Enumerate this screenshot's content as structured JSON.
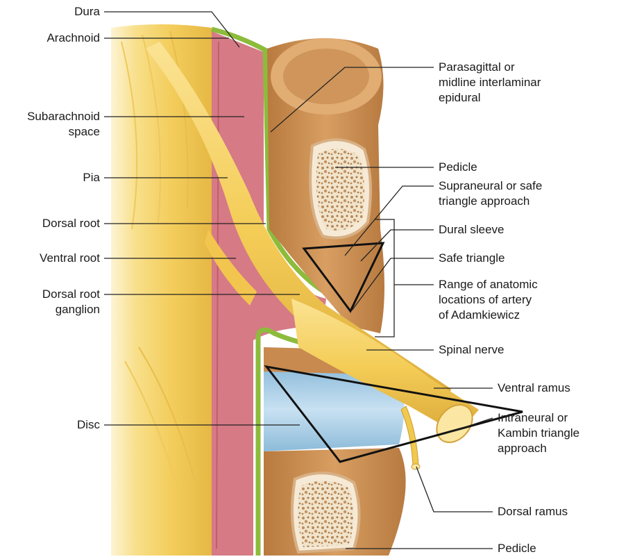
{
  "left_labels": {
    "dura": "Dura",
    "arachnoid": "Arachnoid",
    "subarachnoid_line1": "Subarachnoid",
    "subarachnoid_line2": "space",
    "pia": "Pia",
    "dorsal_root": "Dorsal root",
    "ventral_root": "Ventral root",
    "drg_line1": "Dorsal root",
    "drg_line2": "ganglion",
    "disc": "Disc"
  },
  "right_labels": {
    "parasagittal_line1": "Parasagittal or",
    "parasagittal_line2": "midline interlaminar",
    "parasagittal_line3": "epidural",
    "pedicle_top": "Pedicle",
    "supraneural_line1": "Supraneural or safe",
    "supraneural_line2": "triangle approach",
    "dural_sleeve": "Dural sleeve",
    "safe_triangle": "Safe triangle",
    "range_line1": "Range of anatomic",
    "range_line2": "locations of artery",
    "range_line3": "of Adamkiewicz",
    "spinal_nerve": "Spinal nerve",
    "ventral_ramus": "Ventral ramus",
    "kambin_line1": "Intraneural or",
    "kambin_line2": "Kambin triangle",
    "kambin_line3": "approach",
    "dorsal_ramus": "Dorsal ramus",
    "pedicle_bottom": "Pedicle"
  },
  "colors": {
    "spinal_cord": "#f6d36a",
    "cord_highlight": "#fbe7a0",
    "dura": "#8dbb3c",
    "subarachnoid": "#d9808a",
    "bone": "#c68b4f",
    "bone_light": "#e3b47a",
    "marrow": "#f2e6cf",
    "disc": "#a9cde6",
    "nerve": "#f4cd57",
    "nerve_dark": "#d9a937"
  }
}
